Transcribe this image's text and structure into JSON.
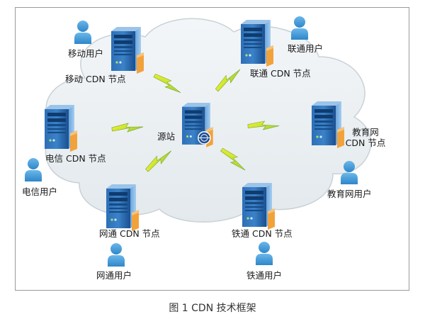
{
  "diagram": {
    "origin_label": "源站",
    "nodes": {
      "mobile": "移动 CDN 节点",
      "unicom": "联通 CDN 节点",
      "telecom": "电信 CDN 节点",
      "edu": "教育网 CDN 节点",
      "netcom": "网通 CDN 节点",
      "railcom": "铁通 CDN 节点"
    },
    "edu_node_lines": [
      "教育网",
      "CDN 节点"
    ],
    "users": {
      "mobile": "移动用户",
      "unicom": "联通用户",
      "telecom": "电信用户",
      "edu": "教育网用户",
      "netcom": "网通用户",
      "railcom": "铁通用户"
    }
  },
  "caption": "图 1  CDN 技术框架",
  "colors": {
    "cloud_fill": "#eef2f4",
    "cloud_stroke": "#c9d1d6",
    "server_blue": "#1d5fa8",
    "server_light": "#7fb3e4",
    "user_blue": "#4a9fdc",
    "lightning_yellow": "#e8ec1e",
    "lightning_green": "#7fc242"
  }
}
